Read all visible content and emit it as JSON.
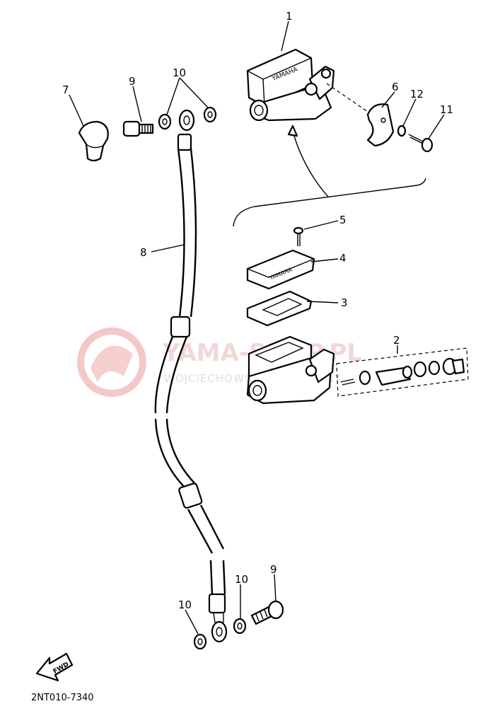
{
  "diagram_code": "2NT010-7340",
  "direction_label": "FWD",
  "watermark": {
    "brand": "YAMA-SHOP.PL",
    "sub": "WOJCIECHOWSKI | MAGAZYNY",
    "color": "#e06060"
  },
  "reservoir_cap_text": "YAMAHA",
  "callouts": [
    "1",
    "2",
    "3",
    "4",
    "5",
    "6",
    "7",
    "8",
    "9",
    "10",
    "11",
    "12"
  ],
  "callouts_extra": {
    "c9_lower": "9",
    "c10_upper_left": "10",
    "c10_lower_mid": "10",
    "c10_lower_left": "10"
  }
}
